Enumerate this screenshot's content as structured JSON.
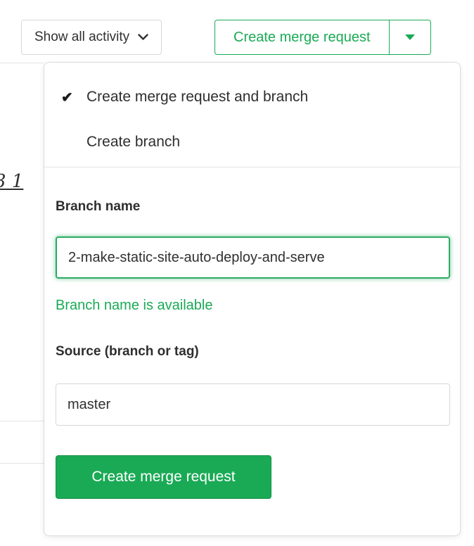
{
  "toolbar": {
    "show_all_activity_label": "Show all activity",
    "create_merge_request_label": "Create merge request"
  },
  "dropdown": {
    "options": [
      {
        "label": "Create merge request and branch",
        "selected": true
      },
      {
        "label": "Create branch",
        "selected": false
      }
    ],
    "branch_name_label": "Branch name",
    "branch_name_value": "2-make-static-site-auto-deploy-and-serve",
    "branch_name_status": "Branch name is available",
    "source_label": "Source (branch or tag)",
    "source_value": "master",
    "submit_label": "Create merge request"
  },
  "icons": {
    "check": "✔"
  },
  "background": {
    "fragment_text": "3 1"
  },
  "colors": {
    "green": "#1aaa55",
    "green_dark": "#168f48",
    "success_text": "#1aaa55"
  }
}
